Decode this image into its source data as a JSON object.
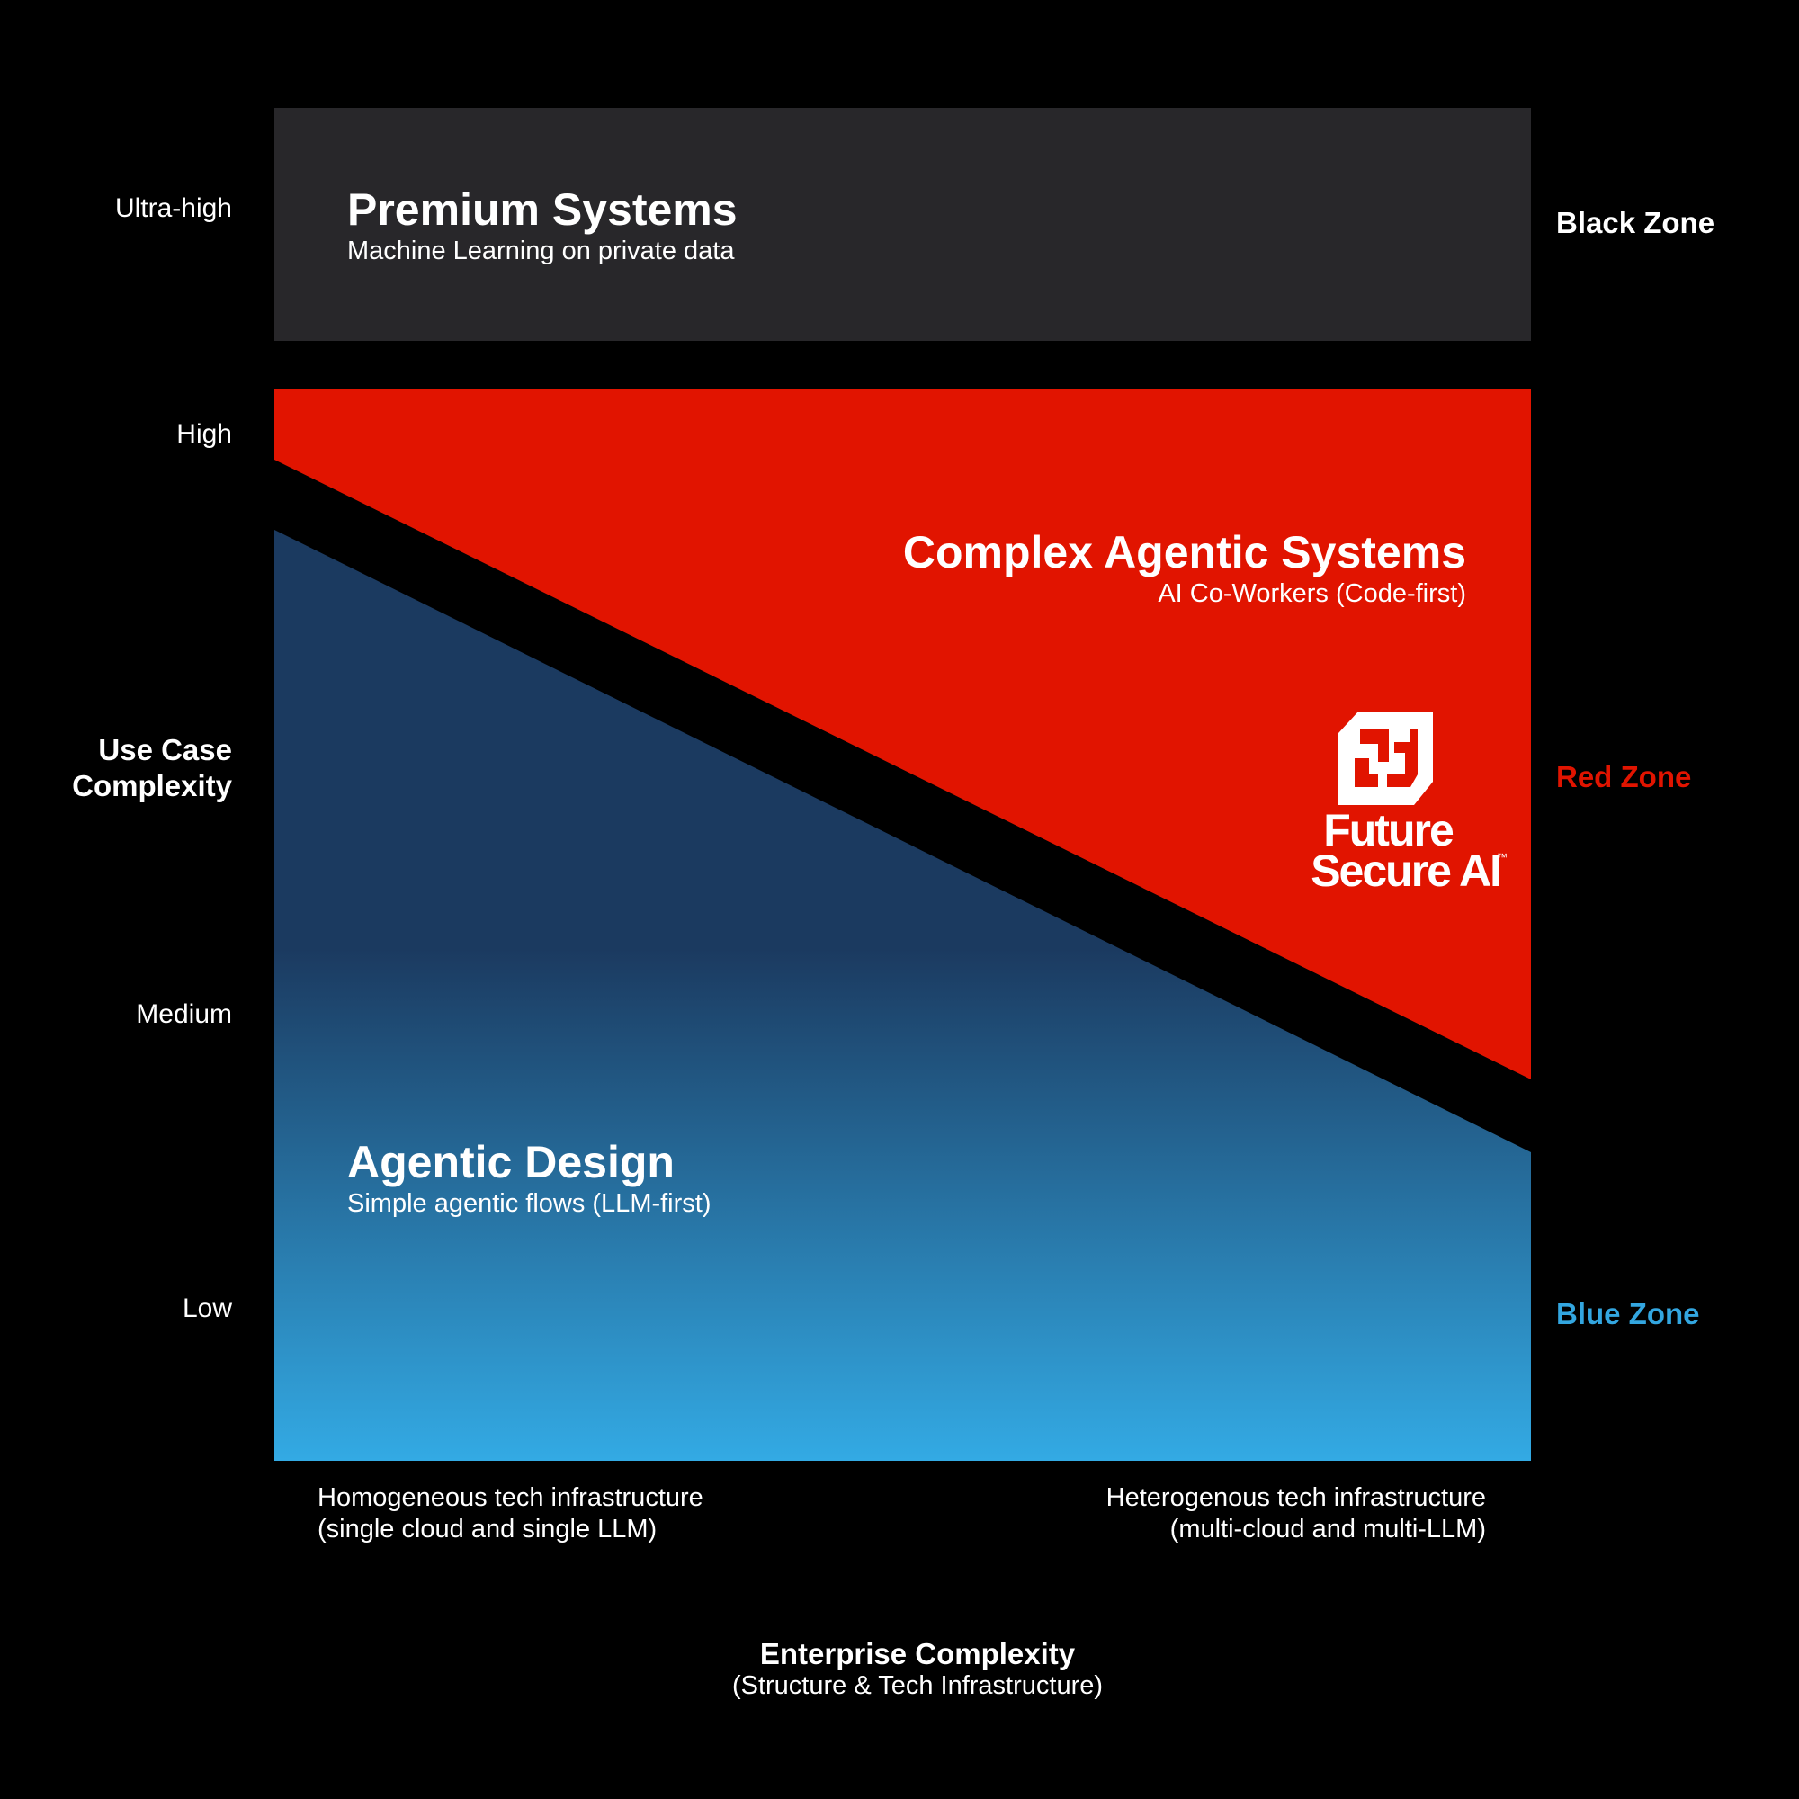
{
  "y_axis": {
    "title_line1": "Use Case",
    "title_line2": "Complexity",
    "levels": [
      "Ultra-high",
      "High",
      "Medium",
      "Low"
    ]
  },
  "x_axis": {
    "left_line1": "Homogeneous tech infrastructure",
    "left_line2": "(single cloud and single LLM)",
    "right_line1": "Heterogenous tech infrastructure",
    "right_line2": "(multi-cloud and multi-LLM)",
    "title": "Enterprise Complexity",
    "subtitle": "(Structure & Tech Infrastructure)"
  },
  "regions": {
    "premium": {
      "title": "Premium Systems",
      "subtitle": "Machine Learning on private data",
      "color": "#28272a"
    },
    "complex": {
      "title": "Complex Agentic Systems",
      "subtitle": "AI Co-Workers (Code-first)",
      "color": "#e11400"
    },
    "agentic": {
      "title": "Agentic Design",
      "subtitle": "Simple agentic flows (LLM-first)",
      "color_top": "#1b3a60",
      "color_bottom": "#33aae4"
    }
  },
  "zones": {
    "black": {
      "label": "Black Zone",
      "color": "#ffffff"
    },
    "red": {
      "label": "Red Zone",
      "color": "#e11400"
    },
    "blue": {
      "label": "Blue Zone",
      "color": "#33a6e0"
    }
  },
  "logo": {
    "line1": "Future",
    "line2": "Secure AI",
    "trademark": "™"
  }
}
